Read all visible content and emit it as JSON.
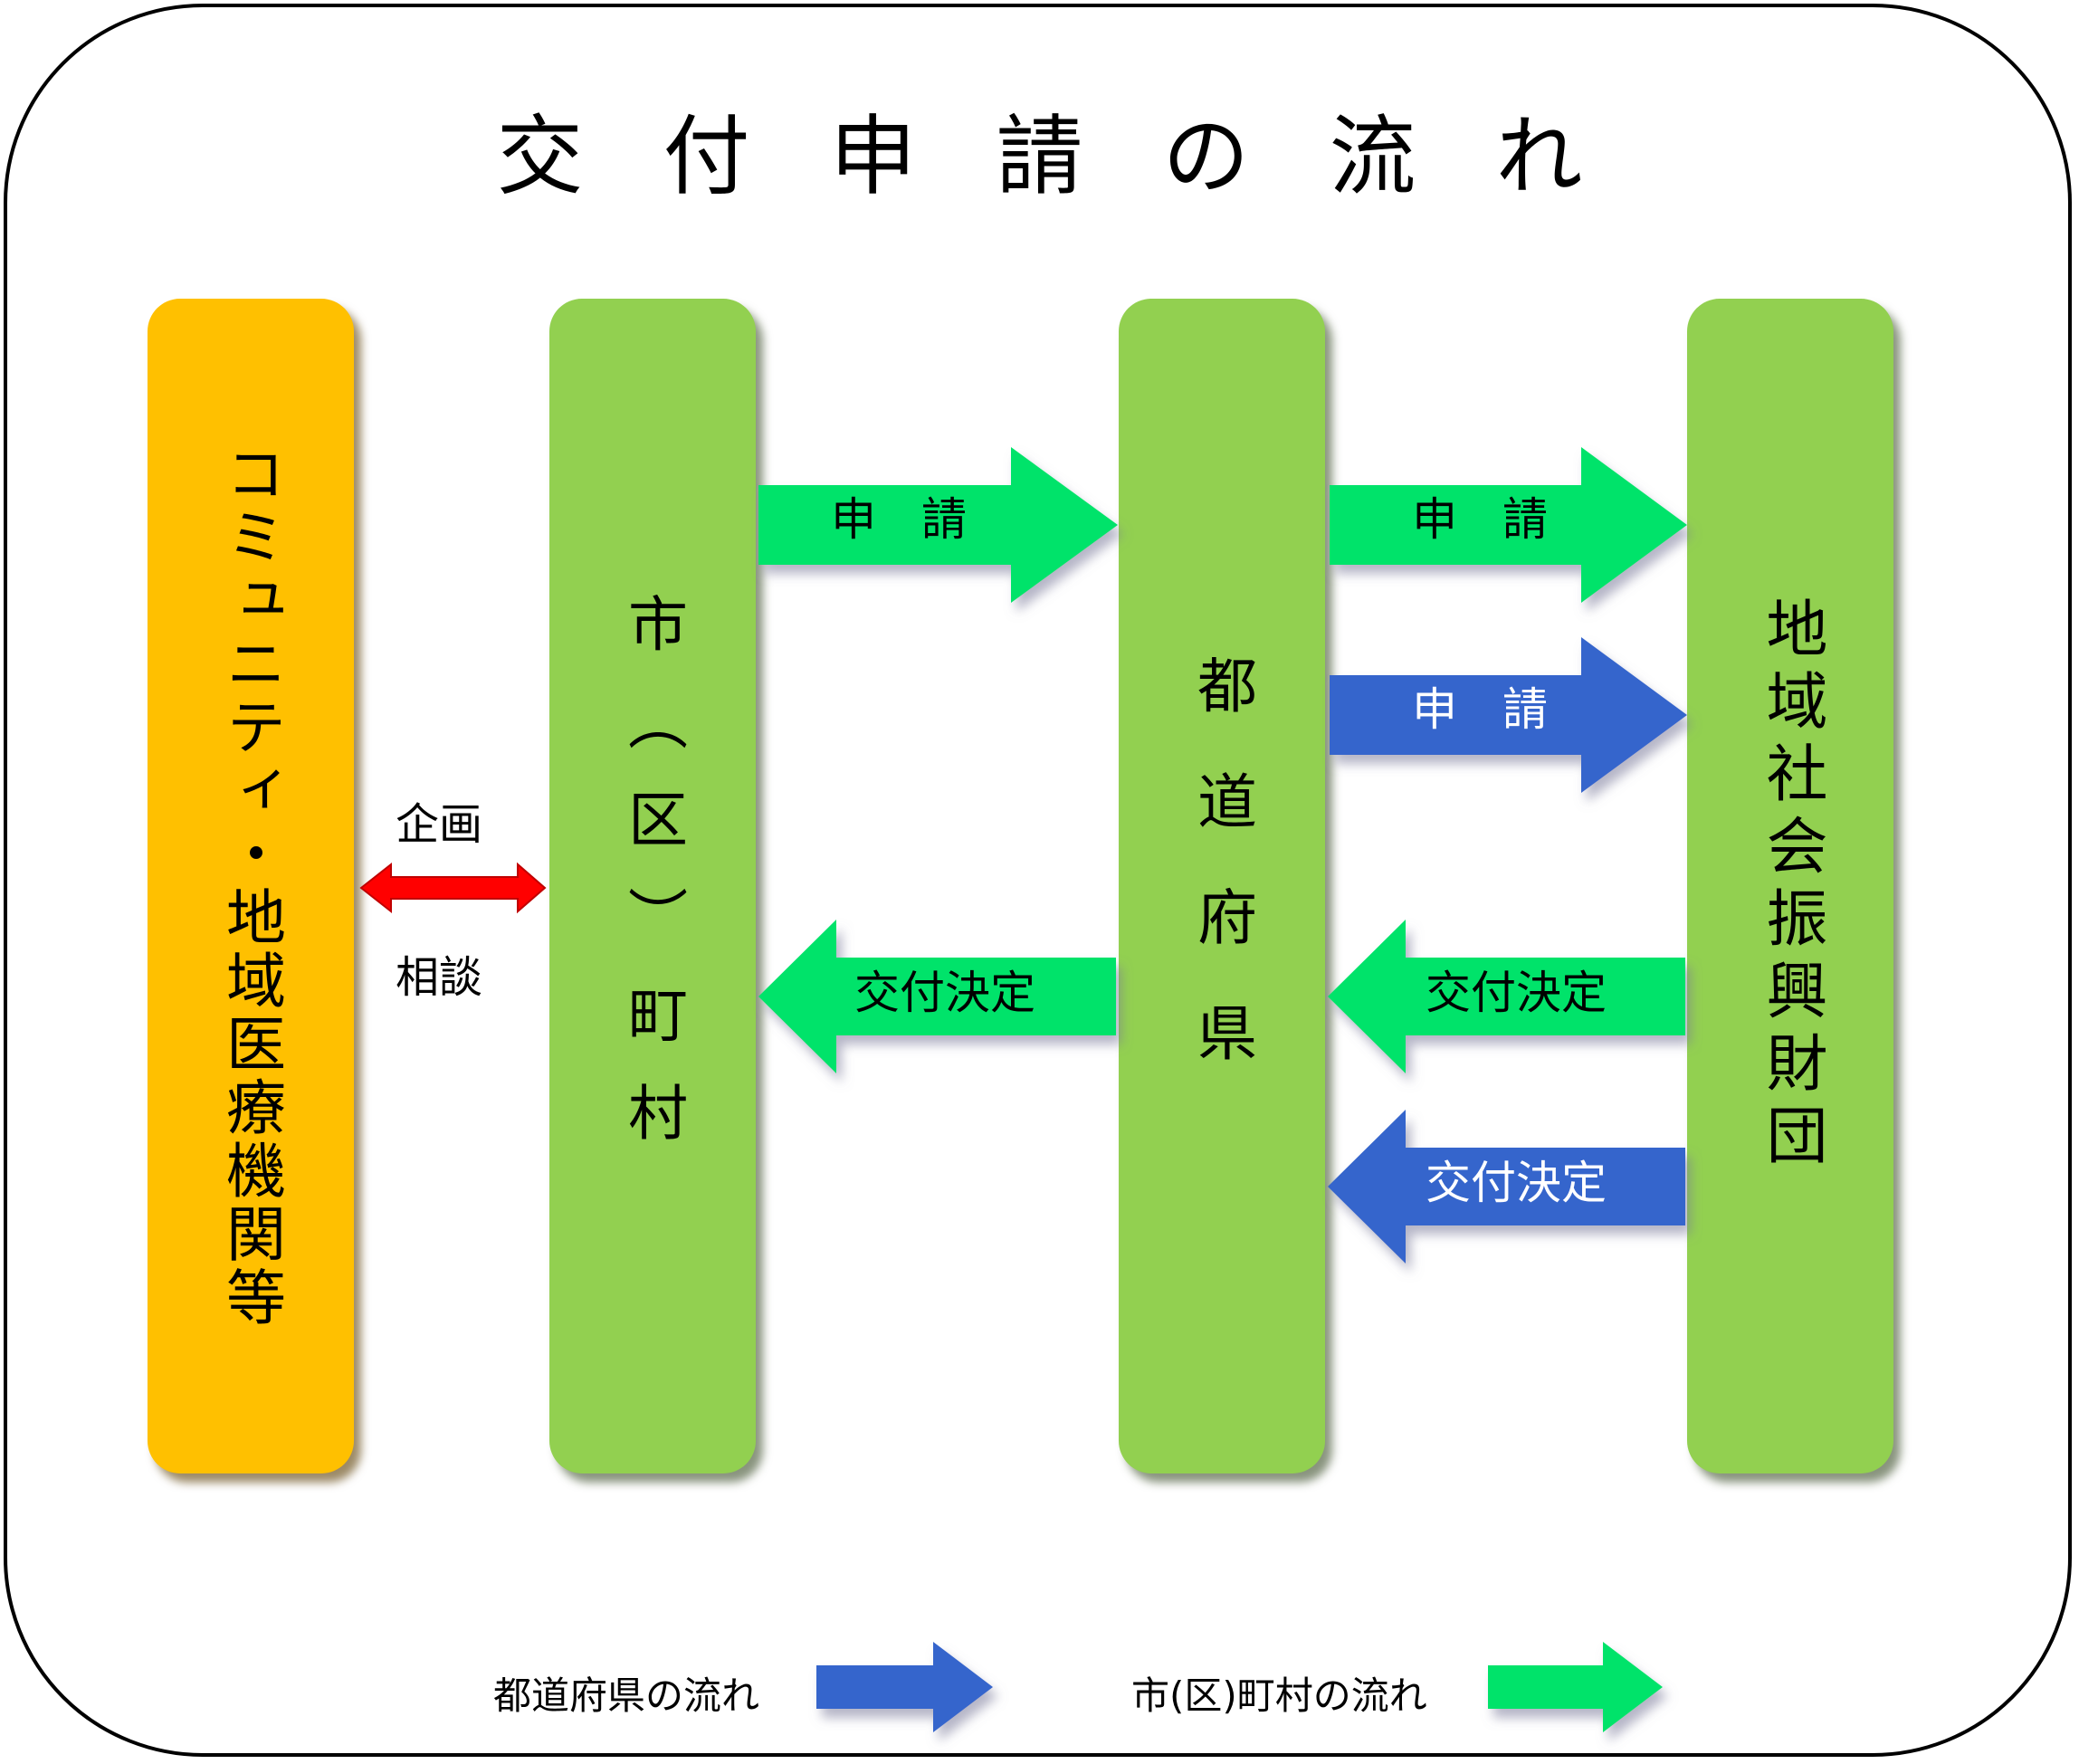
{
  "title": "交付申請の流れ",
  "columns": {
    "community": "コミュニティ・地域医療機関等",
    "municipal": "市（区）町村",
    "prefecture": "都道府県",
    "foundation": "地域社会振興財団"
  },
  "arrows": {
    "apply_label": "申請",
    "decision_label": "交付決定",
    "plan": "企画",
    "consult": "相談"
  },
  "legend": {
    "prefecture_flow": "都道府県の流れ",
    "municipal_flow": "市(区)町村の流れ"
  },
  "colors": {
    "municipal_flow": "#00e36a",
    "prefecture_flow": "#3465cc",
    "column_green": "#92d050",
    "column_orange": "#ffc000",
    "consult_arrow": "#ff0000"
  }
}
